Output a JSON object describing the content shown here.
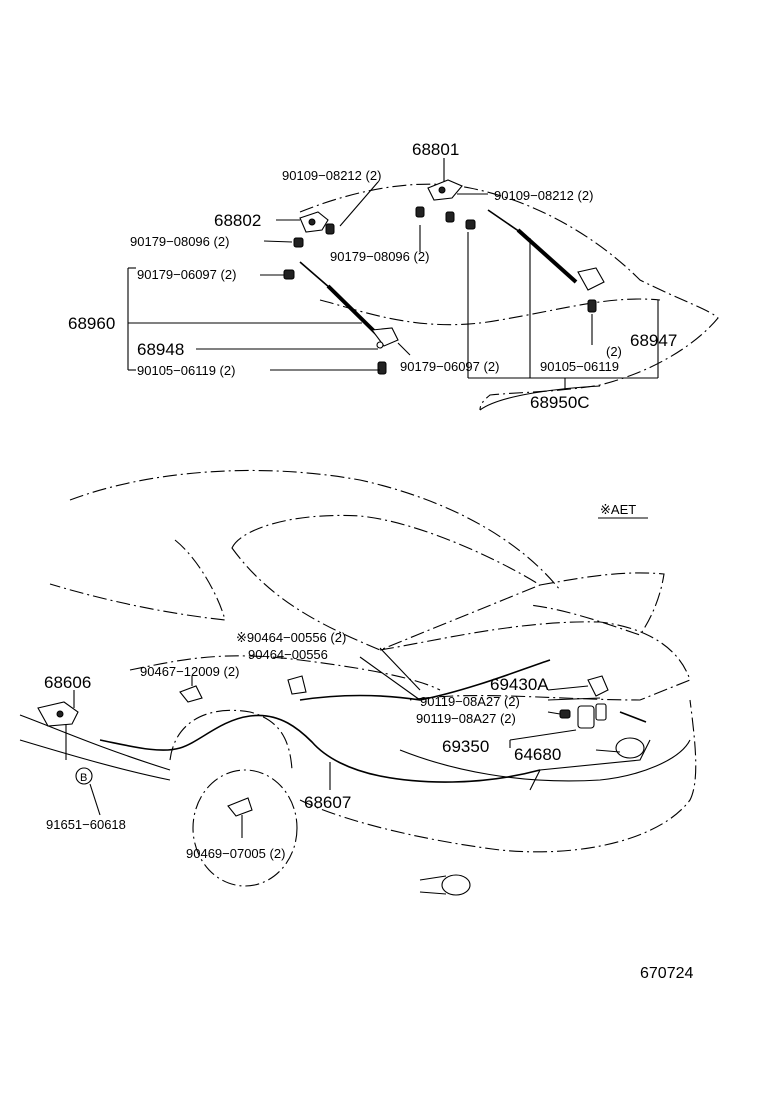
{
  "labels": {
    "p68801": "68801",
    "p90109_a": "90109−08212 (2)",
    "p90109_b": "90109−08212 (2)",
    "p68802": "68802",
    "p90179_08096_a": "90179−08096 (2)",
    "p90179_08096_b": "90179−08096 (2)",
    "p90179_06097_a": "90179−06097 (2)",
    "p68960": "68960",
    "p68948": "68948",
    "p90105_a": "90105−06119 (2)",
    "p90179_06097_b": "90179−06097 (2)",
    "p90105_b": "90105−06119",
    "p90105_b_qty": "(2)",
    "p68947": "68947",
    "p68950C": "68950C",
    "aet_note": "※AET",
    "p90464_aet": "※90464−00556 (2)",
    "p90464": "90464−00556",
    "p90467": "90467−12009 (2)",
    "p68606": "68606",
    "p69430A": "69430A",
    "p90119_a": "90119−08A27 (2)",
    "p90119_b": "90119−08A27 (2)",
    "p69350": "69350",
    "p64680": "64680",
    "p68607": "68607",
    "p91651": "91651−60618",
    "p90469": "90469−07005 (2)",
    "b_marker": "B",
    "figure_number": "670724"
  }
}
